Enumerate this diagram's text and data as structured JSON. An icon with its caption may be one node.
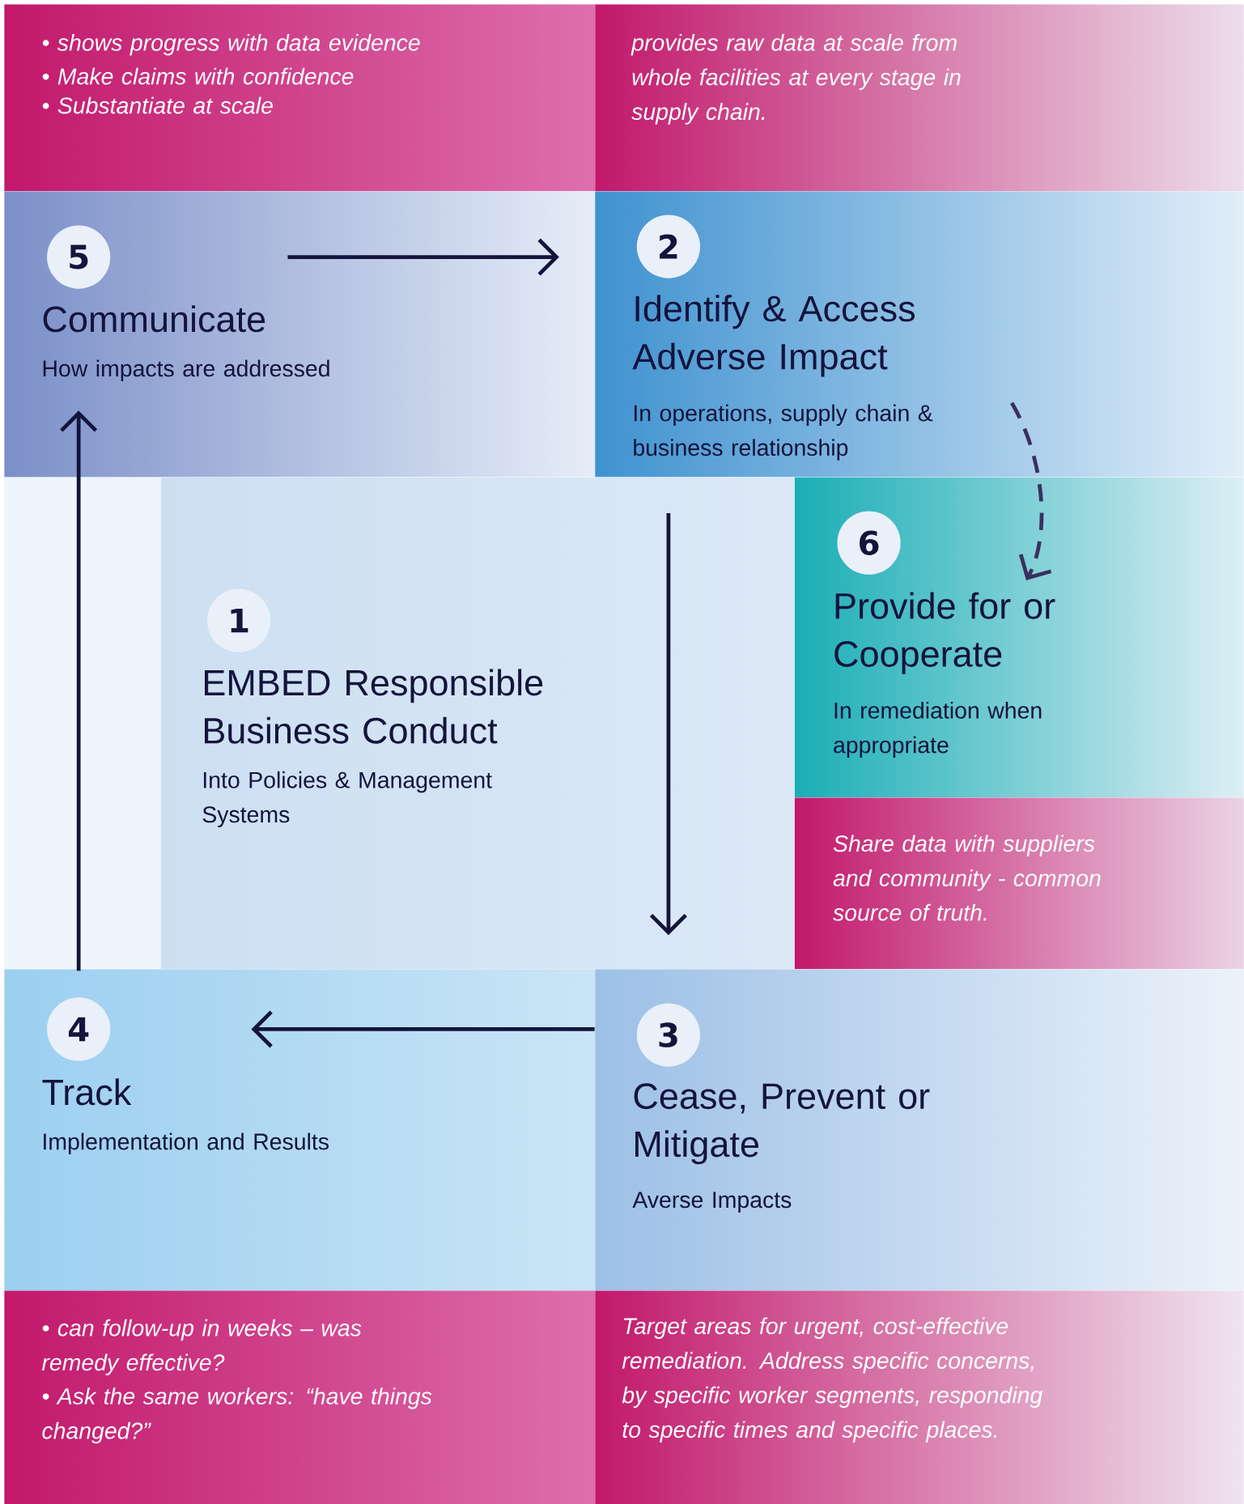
{
  "diagram": {
    "nodes": [
      {
        "text": [
          "• shows progress with data evidence",
          "• Make claims with confidence",
          "• Substantiate at scale"
        ]
      },
      {
        "text": [
          "provides raw data at scale from whole facilities at every stage in supply chain."
        ]
      },
      {
        "text": [
          "5",
          "Communicate",
          "How impacts are addressed"
        ]
      },
      {
        "text": [
          "2",
          "Identify & Access Adverse Impact",
          "In operations, supply chain & business relationship"
        ]
      },
      {
        "text": [
          "1",
          "EMBED Responsible Business Conduct",
          "Into Policies & Management Systems"
        ]
      },
      {
        "text": [
          "6",
          "Provide for or Cooperate",
          "In remediation when appropriate"
        ]
      },
      {
        "text": [
          "Share data with suppliers and community - common source of truth."
        ]
      },
      {
        "text": [
          "4",
          "Track",
          "Implementation and Results"
        ]
      },
      {
        "text": [
          "3",
          "Cease, Prevent or Mitigate",
          "Averse Impacts"
        ]
      },
      {
        "text": [
          "• can follow-up in weeks – was remedy effective?",
          "• Ask the same workers: “have things changed?”"
        ]
      },
      {
        "text": [
          "Target areas for urgent, cost-effective remediation. Address specific concerns, by specific worker segments, responding to specific times and specific places."
        ]
      }
    ],
    "edges": [
      {
        "from": 2,
        "to": 3,
        "arrow": "to"
      },
      {
        "from": 3,
        "to": 8,
        "arrow": "to"
      },
      {
        "from": 8,
        "to": 7,
        "arrow": "to"
      },
      {
        "from": 7,
        "to": 2,
        "arrow": "to"
      },
      {
        "from": 3,
        "to": 5,
        "arrow": "to",
        "style": "dashed",
        "color": "#3b2f5e"
      }
    ]
  }
}
